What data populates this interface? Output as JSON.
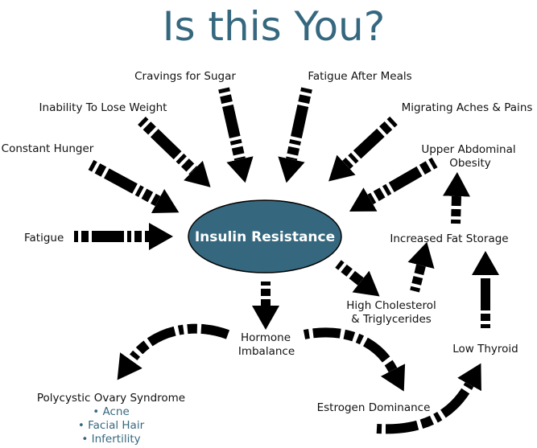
{
  "title": "Is this You?",
  "colors": {
    "accent": "#35687f",
    "arrow": "#000000",
    "text": "#111111",
    "background": "#ffffff"
  },
  "center": {
    "label": "Insulin Resistance"
  },
  "symptoms": {
    "cravings": "Cravings for Sugar",
    "fatigue_after_meals": "Fatigue After Meals",
    "inability_lose_weight": "Inability To Lose Weight",
    "migrating_aches": "Migrating Aches & Pains",
    "constant_hunger": "Constant Hunger",
    "upper_abdominal": [
      "Upper Abdominal",
      "Obesity"
    ],
    "fatigue": "Fatigue",
    "increased_fat": "Increased Fat Storage",
    "high_cholesterol": [
      "High Cholesterol",
      "& Triglycerides"
    ],
    "hormone": [
      "Hormone",
      "Imbalance"
    ],
    "low_thyroid": "Low Thyroid",
    "estrogen": "Estrogen Dominance",
    "pcos": {
      "label": "Polycystic Ovary Syndrome",
      "items": [
        "• Acne",
        "• Facial Hair",
        "• Infertility"
      ]
    }
  },
  "connections": [
    {
      "from": "Cravings for Sugar",
      "to": "Insulin Resistance"
    },
    {
      "from": "Fatigue After Meals",
      "to": "Insulin Resistance"
    },
    {
      "from": "Inability To Lose Weight",
      "to": "Insulin Resistance"
    },
    {
      "from": "Migrating Aches & Pains",
      "to": "Insulin Resistance"
    },
    {
      "from": "Constant Hunger",
      "to": "Insulin Resistance"
    },
    {
      "from": "Upper Abdominal Obesity",
      "to": "Insulin Resistance"
    },
    {
      "from": "Fatigue",
      "to": "Insulin Resistance"
    },
    {
      "from": "Insulin Resistance",
      "to": "High Cholesterol & Triglycerides"
    },
    {
      "from": "High Cholesterol & Triglycerides",
      "to": "Increased Fat Storage"
    },
    {
      "from": "Increased Fat Storage",
      "to": "Upper Abdominal Obesity"
    },
    {
      "from": "Low Thyroid",
      "to": "Increased Fat Storage"
    },
    {
      "from": "Insulin Resistance",
      "to": "Hormone Imbalance"
    },
    {
      "from": "Hormone Imbalance",
      "to": "Polycystic Ovary Syndrome"
    },
    {
      "from": "Hormone Imbalance",
      "to": "Estrogen Dominance"
    },
    {
      "from": "Estrogen Dominance",
      "to": "Low Thyroid"
    }
  ]
}
